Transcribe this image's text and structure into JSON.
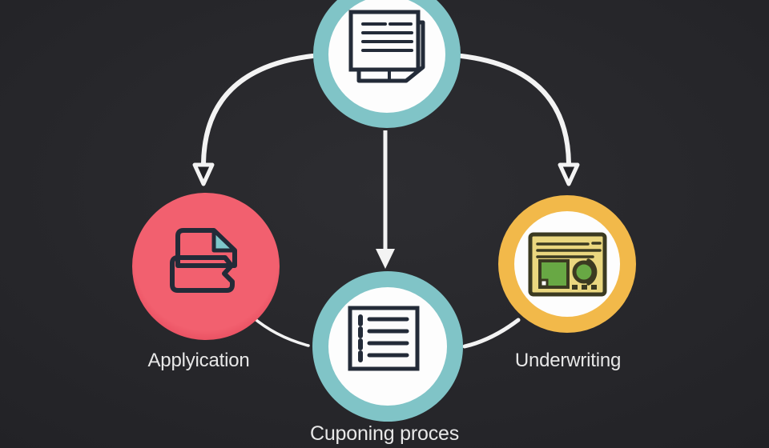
{
  "diagram_type": "flowchart",
  "colors": {
    "background_center": "#2d2d31",
    "background_edge": "#222226",
    "teal_ring": "#80c4c7",
    "inner_disc": "#fdfdfd",
    "red_center": "#f2606f",
    "red_edge": "#e24457",
    "yellow_ring": "#f2b94a",
    "arrow": "#f3f3f3",
    "icon_ink": "#232b38",
    "label_text": "#e8e8e8",
    "card_khaki": "#ead77f",
    "card_olive": "#3b3a21",
    "money_green": "#68a844",
    "fold_teal": "#7ec6c9",
    "paper_white": "#fcfcfc"
  },
  "nodes": {
    "documents": {
      "icon": "document-stack-icon",
      "label": ""
    },
    "application": {
      "icon": "torn-papers-icon",
      "label": "Applyication"
    },
    "underwriting": {
      "icon": "money-report-icon",
      "label": "Underwriting"
    },
    "couponing": {
      "icon": "checklist-icon",
      "label": "Cuponing proces"
    }
  },
  "connections": [
    {
      "from": "documents",
      "to": "application",
      "style": "curved-arrow"
    },
    {
      "from": "documents",
      "to": "underwriting",
      "style": "curved-arrow"
    },
    {
      "from": "documents",
      "to": "couponing",
      "style": "straight-arrow"
    },
    {
      "from": "application",
      "to": "couponing",
      "style": "thin-curve"
    },
    {
      "from": "couponing",
      "to": "underwriting",
      "style": "thin-curve"
    }
  ]
}
